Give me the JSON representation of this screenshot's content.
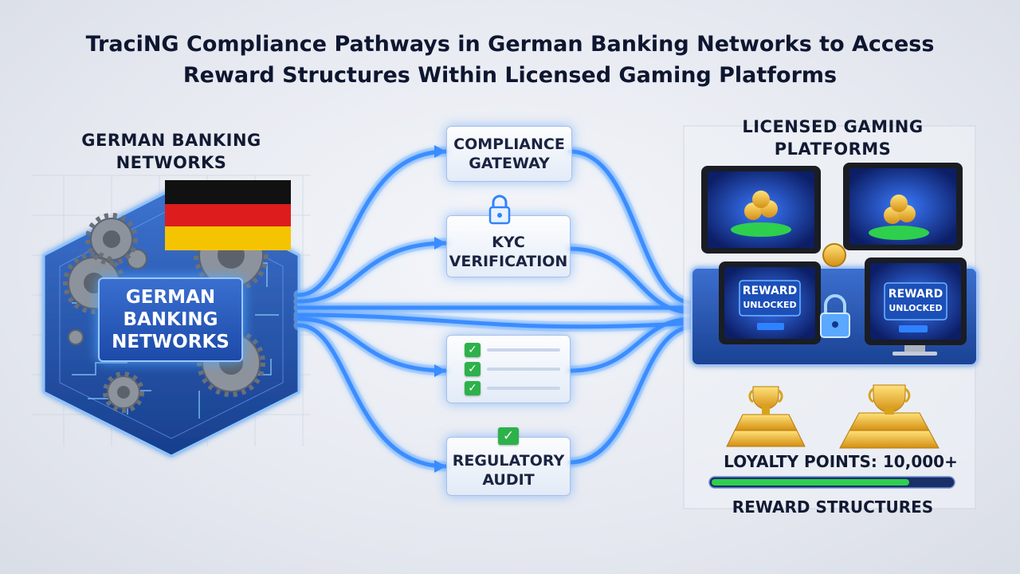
{
  "title": {
    "line1": "TraciNG Compliance Pathways in German Banking Networks to Access",
    "line2": "Reward Structures Within Licensed Gaming Platforms"
  },
  "left": {
    "heading_line1": "GERMAN BANKING",
    "heading_line2": "NETWORKS",
    "label_line1": "GERMAN",
    "label_line2": "BANKING",
    "label_line3": "NETWORKS"
  },
  "nodes": {
    "compliance_line1": "COMPLIANCE",
    "compliance_line2": "GATEWAY",
    "kyc_line1": "KYC",
    "kyc_line2": "VERIFICATION",
    "audit_line1": "REGULATORY",
    "audit_line2": "AUDIT"
  },
  "right": {
    "heading_line1": "LICENSED GAMING",
    "heading_line2": "PLATFORMS",
    "reward_unlocked_1a": "REWARD",
    "reward_unlocked_1b": "UNLOCKED",
    "reward_unlocked_2a": "REWARD",
    "reward_unlocked_2b": "UNLOCKED",
    "loyalty": "LOYALTY POINTS: 10,000+",
    "loyalty_progress": 0.82,
    "reward_structures": "REWARD STRUCTURES"
  },
  "colors": {
    "flow": "#4aa3ff",
    "flow_glow": "#9fd0ff",
    "flag_black": "#111111",
    "flag_red": "#dd1d1d",
    "flag_gold": "#f5c400",
    "check": "#2db14a",
    "progress": "#2fcf4e"
  },
  "icons": [
    "gear-icon",
    "lock-icon",
    "check-icon",
    "trophy-icon",
    "coin-icon",
    "german-flag-icon"
  ]
}
